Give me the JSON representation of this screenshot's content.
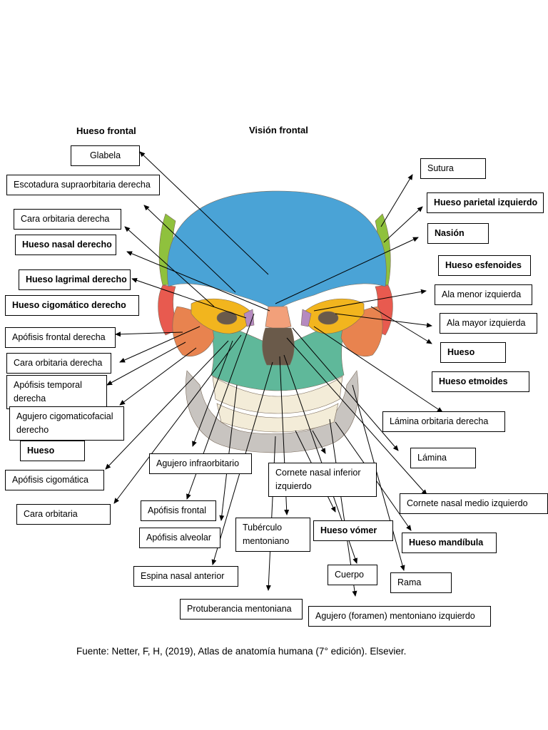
{
  "headings": {
    "left": "Hueso frontal",
    "center": "Visión frontal"
  },
  "labels": {
    "glabela": "Glabela",
    "escotadura": "Escotadura supraorbitaria derecha",
    "cara_orbitaria_1": "Cara orbitaria derecha",
    "hueso_nasal": "Hueso nasal derecho",
    "hueso_lagrimal": "Hueso lagrimal derecho",
    "hueso_cigomatico": "Hueso cigomático derecho",
    "apofisis_frontal_der": "Apófisis frontal derecha",
    "cara_orbitaria_2": "Cara orbitaria derecha",
    "apofisis_temporal": "Apófisis temporal derecha",
    "agujero_cigomaticofacial": "Agujero cigomaticofacial derecho",
    "hueso_left": "Hueso",
    "apofisis_cigomatica": "Apófisis cigomática",
    "cara_orbitaria_3": "Cara orbitaria",
    "agujero_infraorbitario": "Agujero infraorbitario",
    "apofisis_frontal": "Apófisis frontal",
    "apofisis_alveolar": "Apófisis alveolar",
    "espina_nasal": "Espina nasal anterior",
    "protuberancia": "Protuberancia mentoniana",
    "cornete_inferior": "Cornete nasal inferior izquierdo",
    "tuberculo": "Tubérculo mentoniano",
    "hueso_vomer": "Hueso vómer",
    "cuerpo": "Cuerpo",
    "rama": "Rama",
    "agujero_mentoniano": "Agujero (foramen) mentoniano izquierdo",
    "sutura": "Sutura",
    "hueso_parietal": "Hueso parietal izquierdo",
    "nasion": "Nasión",
    "hueso_esfenoides": "Hueso esfenoides",
    "ala_menor": "Ala menor izquierda",
    "ala_mayor": "Ala mayor izquierda",
    "hueso_right": "Hueso",
    "hueso_etmoides": "Hueso etmoides",
    "lamina_orbitaria": "Lámina orbitaria derecha",
    "lamina": "Lámina",
    "cornete_medio": "Cornete nasal medio izquierdo",
    "hueso_mandibula": "Hueso mandíbula"
  },
  "source": "Fuente: Netter, F, H, (2019), Atlas de anatomía humana (7° edición). Elsevier.",
  "colors": {
    "frontal_bone": "#4aa3d6",
    "parietal_bone": "#8fc13d",
    "temporal_bone": "#e85a4f",
    "sphenoid_wing": "#f2b51e",
    "zygomatic_bone": "#e8834f",
    "maxilla": "#5fb89a",
    "mandible": "#c8c4c0",
    "teeth": "#f3ecd8",
    "nasal_bone": "#f2a07a",
    "nasal_cavity": "#6a5a4a",
    "lacrimal": "#b58ac0"
  }
}
